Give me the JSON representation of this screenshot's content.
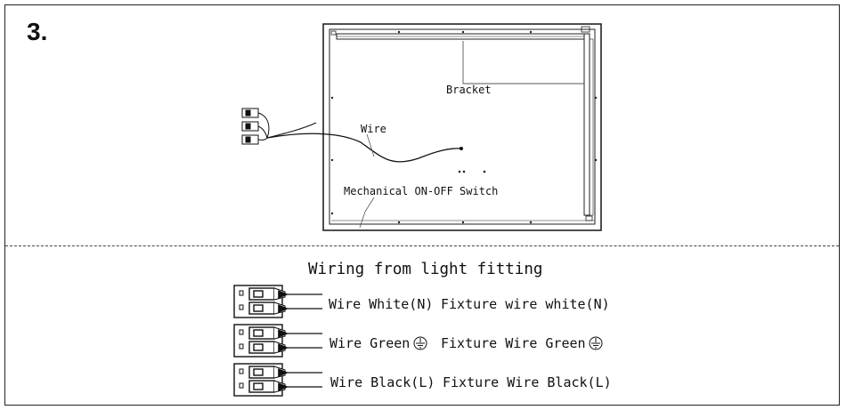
{
  "step": {
    "number": "3."
  },
  "mirror_diagram": {
    "labels": {
      "bracket": "Bracket",
      "wire": "Wire",
      "switch": "Mechanical ON-OFF Switch"
    }
  },
  "wiring": {
    "title": "Wiring from light fitting",
    "rows": [
      {
        "wire": "Wire White(N)",
        "fixture": "Fixture wire white(N)",
        "ground_symbol": false
      },
      {
        "wire": "Wire Green",
        "fixture": "Fixture Wire Green",
        "ground_symbol": true
      },
      {
        "wire": "Wire Black(L)",
        "fixture": "Fixture Wire Black(L)",
        "ground_symbol": false
      }
    ]
  }
}
